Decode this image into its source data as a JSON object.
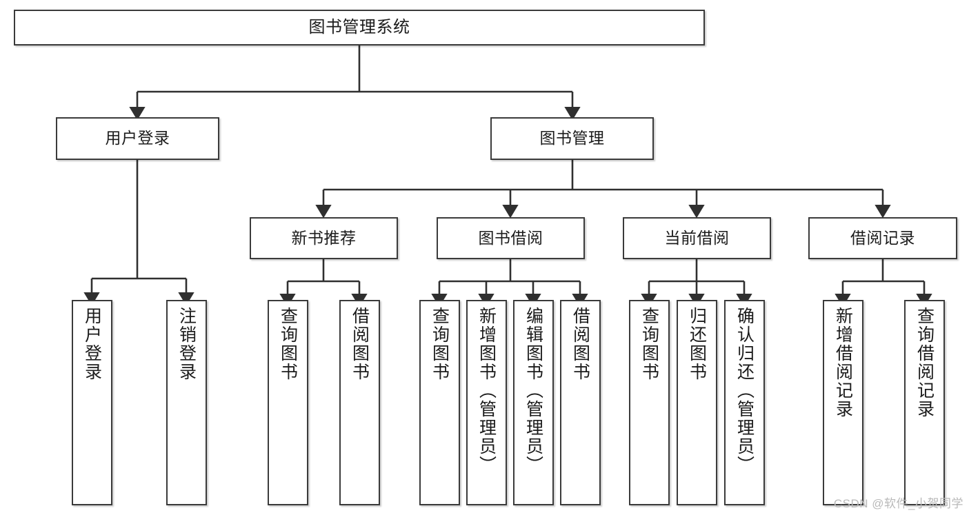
{
  "diagram": {
    "type": "tree-hierarchy",
    "title": "图书管理系统",
    "watermark": "CSDN @软件_小贺同学",
    "colors": {
      "box_border": "#3a3a3a",
      "box_fill": "#ffffff",
      "connector": "#2f2f2f",
      "text": "#1b1b1b",
      "watermark": "#b9b9b9"
    },
    "levels": {
      "root": {
        "label": "图书管理系统"
      },
      "level2": [
        {
          "id": "user-login",
          "label": "用户登录"
        },
        {
          "id": "book-manage",
          "label": "图书管理"
        }
      ],
      "level3": [
        {
          "id": "new-book-recommend",
          "label": "新书推荐"
        },
        {
          "id": "book-borrow",
          "label": "图书借阅"
        },
        {
          "id": "current-borrow",
          "label": "当前借阅"
        },
        {
          "id": "borrow-record",
          "label": "借阅记录"
        }
      ],
      "leaves": [
        {
          "id": "leaf-user-login",
          "parent": "user-login",
          "label": "用户登录"
        },
        {
          "id": "leaf-logout",
          "parent": "user-login",
          "label": "注销登录"
        },
        {
          "id": "leaf-query-book-1",
          "parent": "new-book-recommend",
          "label": "查询图书"
        },
        {
          "id": "leaf-borrow-book-1",
          "parent": "new-book-recommend",
          "label": "借阅图书"
        },
        {
          "id": "leaf-query-book-2",
          "parent": "book-borrow",
          "label": "查询图书"
        },
        {
          "id": "leaf-add-book",
          "parent": "book-borrow",
          "label": "新增图书（管理员）"
        },
        {
          "id": "leaf-edit-book",
          "parent": "book-borrow",
          "label": "编辑图书（管理员）"
        },
        {
          "id": "leaf-borrow-book-2",
          "parent": "book-borrow",
          "label": "借阅图书"
        },
        {
          "id": "leaf-query-book-3",
          "parent": "current-borrow",
          "label": "查询图书"
        },
        {
          "id": "leaf-return-book",
          "parent": "current-borrow",
          "label": "归还图书"
        },
        {
          "id": "leaf-confirm-return",
          "parent": "current-borrow",
          "label": "确认归还（管理员）"
        },
        {
          "id": "leaf-add-record",
          "parent": "borrow-record",
          "label": "新增借阅记录"
        },
        {
          "id": "leaf-query-record",
          "parent": "borrow-record",
          "label": "查询借阅记录"
        }
      ]
    }
  }
}
